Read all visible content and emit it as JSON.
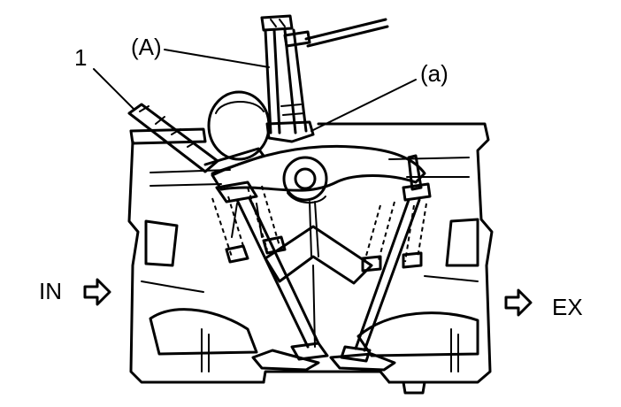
{
  "labels": {
    "part_1": "1",
    "tool_A": "(A)",
    "point_a": "(a)",
    "intake": "IN",
    "exhaust": "EX"
  },
  "colors": {
    "ink": "#000000",
    "paper": "#ffffff"
  },
  "icons": {
    "intake_arrow": "arrow-right-outline-icon",
    "exhaust_arrow": "arrow-right-outline-icon"
  }
}
